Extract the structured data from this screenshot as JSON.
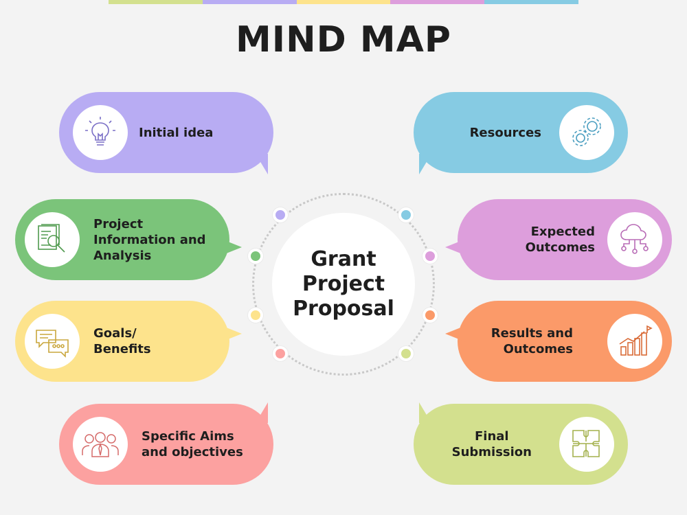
{
  "colors": {
    "purple": "#b8acf3",
    "blue": "#86cbe3",
    "green": "#7bc47a",
    "pink": "#dd9edc",
    "yellow": "#fde38c",
    "orange": "#fb9a69",
    "red": "#fca1a0",
    "lime": "#d3e08e"
  },
  "title": "MIND MAP",
  "center": {
    "label": "Grant\nProject\nProposal"
  },
  "left_items": [
    {
      "label": "Initial idea",
      "icon": "lightbulb-icon"
    },
    {
      "label": "Project\nInformation and\nAnalysis",
      "icon": "document-search-icon"
    },
    {
      "label": "Goals/\nBenefits",
      "icon": "chat-bubbles-icon"
    },
    {
      "label": "Specific Aims\nand objectives",
      "icon": "team-icon"
    }
  ],
  "right_items": [
    {
      "label": "Resources",
      "icon": "gears-icon"
    },
    {
      "label": "Expected\nOutcomes",
      "icon": "cloud-network-icon"
    },
    {
      "label": "Results and\nOutcomes",
      "icon": "growth-chart-icon"
    },
    {
      "label": "Final\nSubmission",
      "icon": "puzzle-icon"
    }
  ]
}
